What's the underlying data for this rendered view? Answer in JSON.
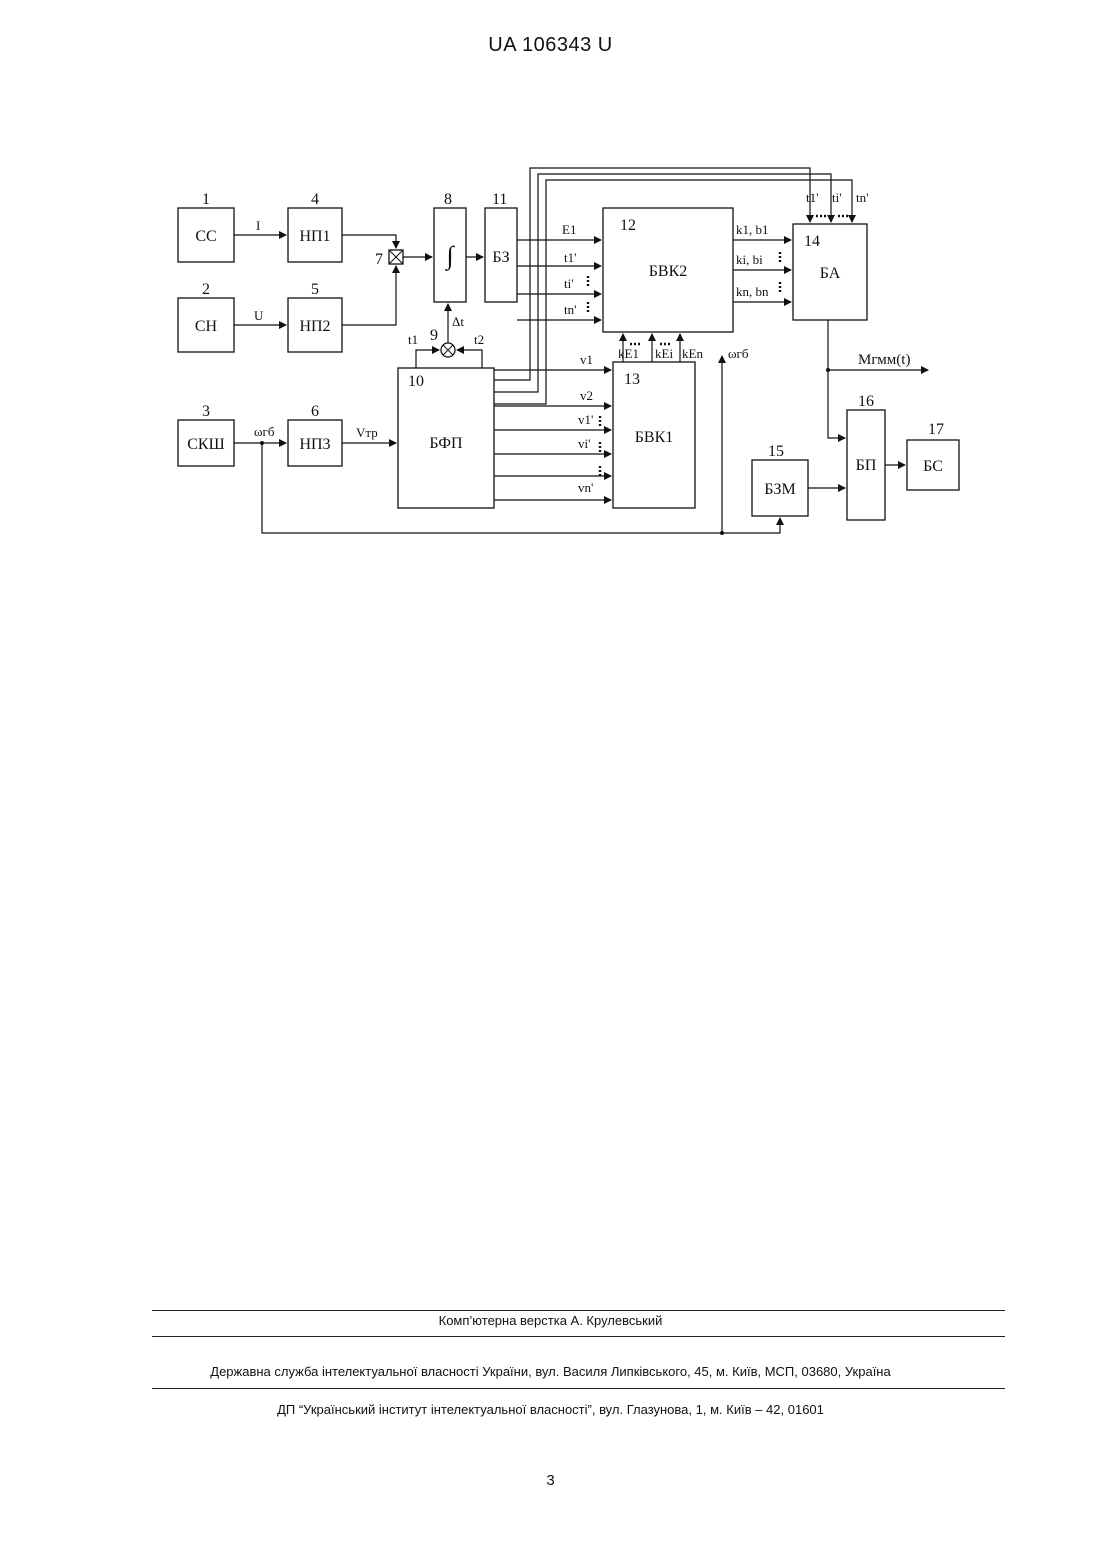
{
  "header": {
    "patent_label": "UA   106343   U"
  },
  "diagram": {
    "blocks": [
      {
        "id": "1",
        "label": "СС"
      },
      {
        "id": "2",
        "label": "СН"
      },
      {
        "id": "3",
        "label": "СКШ"
      },
      {
        "id": "4",
        "label": "НП1"
      },
      {
        "id": "5",
        "label": "НП2"
      },
      {
        "id": "6",
        "label": "НП3"
      },
      {
        "id": "7",
        "label": ""
      },
      {
        "id": "8",
        "label": "∫"
      },
      {
        "id": "9",
        "label": ""
      },
      {
        "id": "10",
        "label": "БФП"
      },
      {
        "id": "11",
        "label": "БЗ"
      },
      {
        "id": "12",
        "label": "БВК2"
      },
      {
        "id": "13",
        "label": "БВК1"
      },
      {
        "id": "14",
        "label": "БА"
      },
      {
        "id": "15",
        "label": "БЗМ"
      },
      {
        "id": "16",
        "label": "БП"
      },
      {
        "id": "17",
        "label": "БС"
      }
    ],
    "signals": {
      "I": "I",
      "U": "U",
      "omega": "ωгб",
      "vtr": "Vтр",
      "E1": "E1",
      "t1p": "t1'",
      "tip": "ti'",
      "tnp": "tn'",
      "k1b1": "k1, b1",
      "kibi": "ki, bi",
      "knbn": "kn, bn",
      "t1": "t1",
      "t2": "t2",
      "dt": "Δt",
      "v1": "v1",
      "v2": "v2",
      "v1p": "v1'",
      "vip": "vi'",
      "vnp": "vn'",
      "kE1": "kE1",
      "kEi": "kEi",
      "kEn": "kEn",
      "omega2": "ωгб",
      "m_out": "Mгмм(t)",
      "top_t1": "t1'",
      "top_ti": "ti'",
      "top_tn": "tn'"
    }
  },
  "footer": {
    "layout_credit": "Комп’ютерна верстка А. Крулевський",
    "agency": "Державна служба інтелектуальної власності України, вул. Василя Липківського, 45, м. Київ, МСП, 03680, Україна",
    "institute": "ДП “Український інститут інтелектуальної власності”, вул. Глазунова, 1, м. Київ – 42, 01601"
  },
  "page_number": "3"
}
